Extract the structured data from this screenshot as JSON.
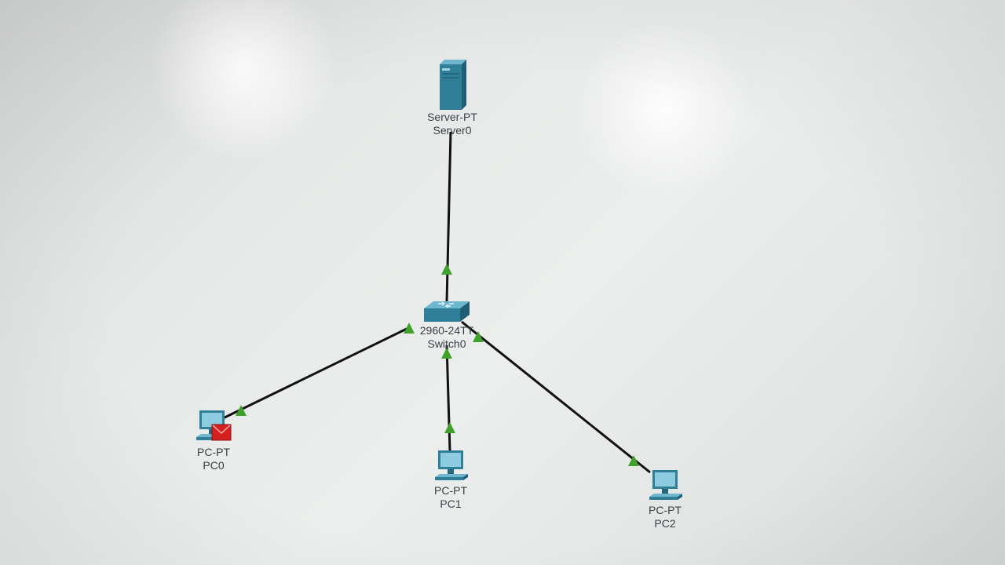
{
  "devices": {
    "server0": {
      "model": "Server-PT",
      "name": "Server0"
    },
    "switch0": {
      "model": "2960-24TT",
      "name": "Switch0"
    },
    "pc0": {
      "model": "PC-PT",
      "name": "PC0"
    },
    "pc1": {
      "model": "PC-PT",
      "name": "PC1"
    },
    "pc2": {
      "model": "PC-PT",
      "name": "PC2"
    }
  },
  "colors": {
    "link": "#111111",
    "link_up_indicator": "#3fa12b",
    "device_body": "#2f7f99",
    "device_body_light": "#5aa8c2",
    "alert_badge": "#d52020",
    "label_text": "#3a3f44"
  },
  "icons": {
    "server0": "server-icon",
    "switch0": "switch-icon",
    "pc": "pc-icon",
    "pc0_badge": "email-alert-icon",
    "link_status": "triangle-up-icon"
  }
}
